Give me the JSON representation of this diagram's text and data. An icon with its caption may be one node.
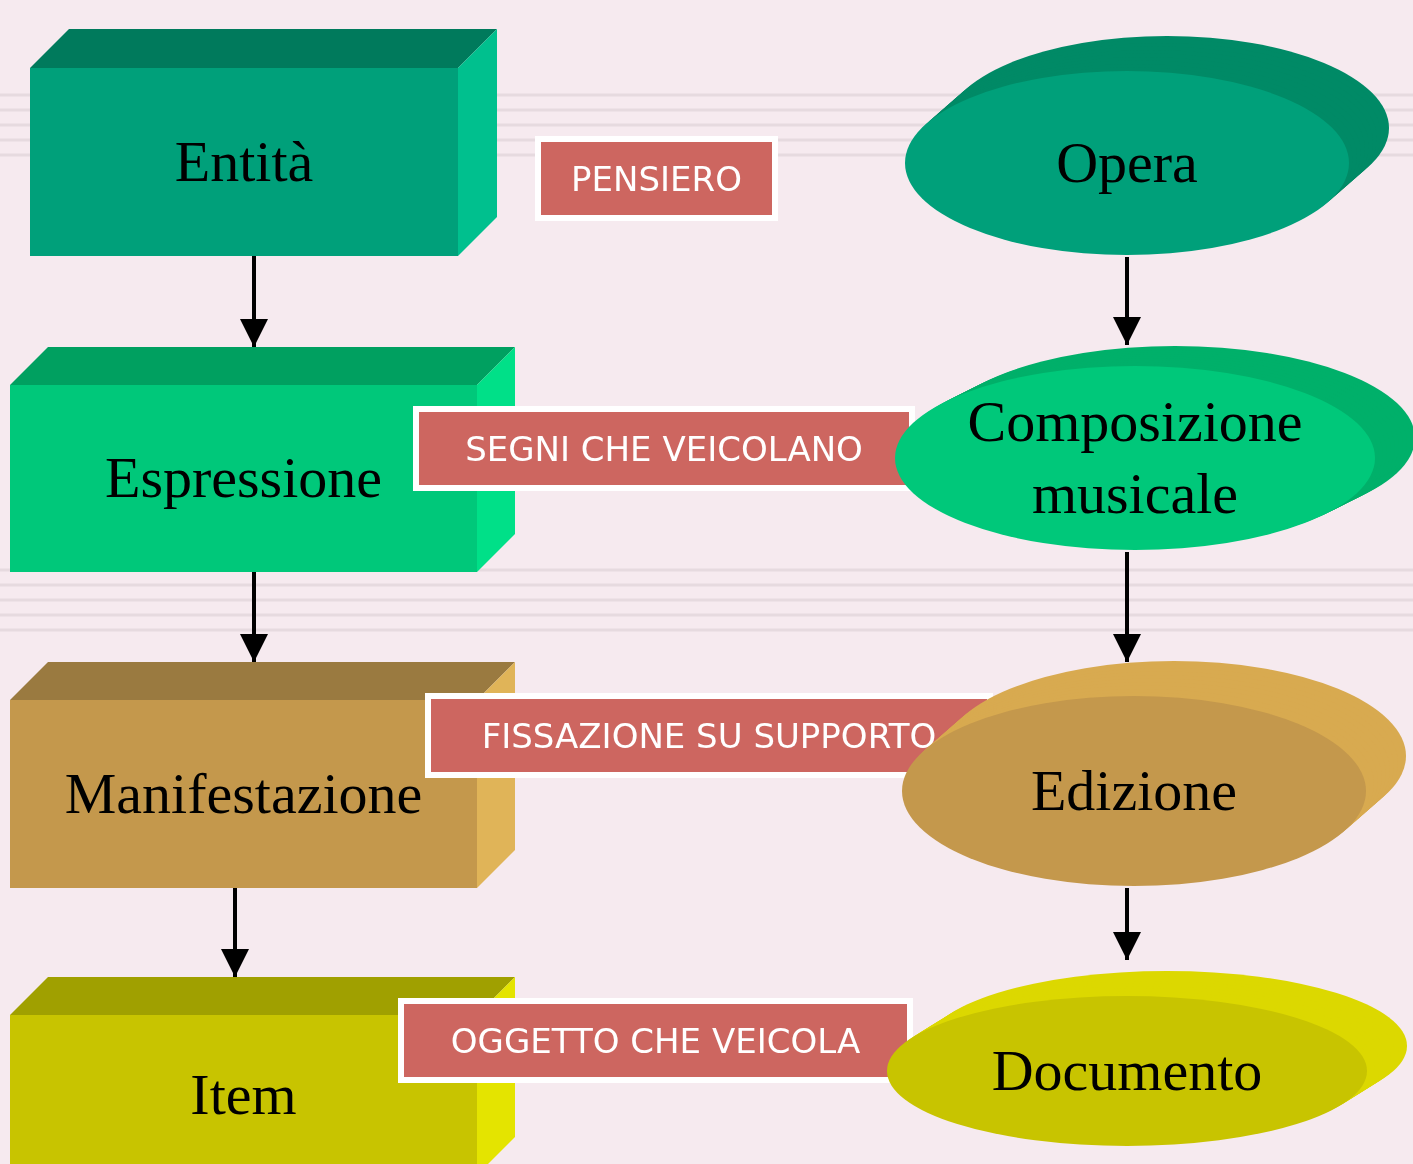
{
  "diagram": {
    "nodes": [
      {
        "text": [
          "Entità"
        ]
      },
      {
        "text": [
          "PENSIERO"
        ]
      },
      {
        "text": [
          "Opera"
        ]
      },
      {
        "text": [
          "Espressione"
        ]
      },
      {
        "text": [
          "SEGNI CHE VEICOLANO"
        ]
      },
      {
        "text": [
          "Composizione musicale"
        ]
      },
      {
        "text": [
          "Manifestazione"
        ]
      },
      {
        "text": [
          "FISSAZIONE SU SUPPORTO"
        ]
      },
      {
        "text": [
          "Edizione"
        ]
      },
      {
        "text": [
          "Item"
        ]
      },
      {
        "text": [
          "OGGETTO CHE VEICOLA"
        ]
      },
      {
        "text": [
          "Documento"
        ]
      }
    ],
    "edges": [
      {
        "from": 0,
        "to": 3,
        "arrow": "to"
      },
      {
        "from": 3,
        "to": 6,
        "arrow": "to"
      },
      {
        "from": 6,
        "to": 9,
        "arrow": "to"
      },
      {
        "from": 2,
        "to": 5,
        "arrow": "to"
      },
      {
        "from": 5,
        "to": 8,
        "arrow": "to"
      },
      {
        "from": 8,
        "to": 11,
        "arrow": "to"
      }
    ]
  }
}
